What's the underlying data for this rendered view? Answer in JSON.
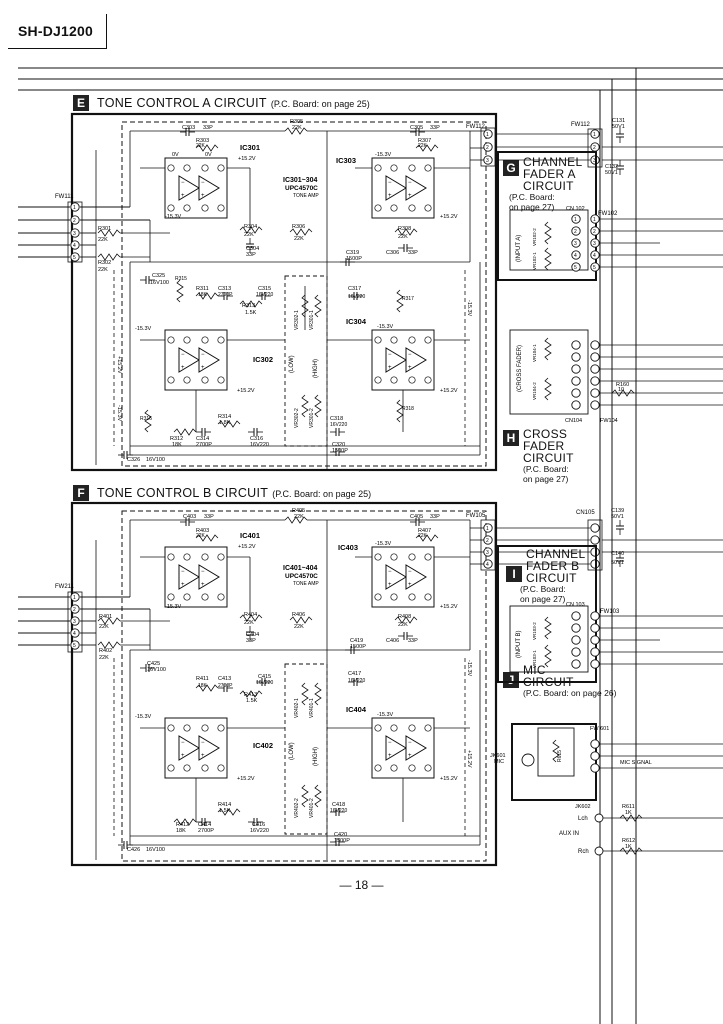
{
  "model": "SH-DJ1200",
  "page_number": "— 18 —",
  "sections": {
    "tone_a": {
      "letter": "E",
      "title": "TONE CONTROL  A CIRCUIT",
      "note": "(P.C. Board: on page 25)"
    },
    "tone_b": {
      "letter": "F",
      "title": "TONE CONTROL  B CIRCUIT",
      "note": "(P.C. Board: on page 25)"
    },
    "fader_a": {
      "letter": "G",
      "line1": "CHANNEL",
      "line2": "FADER A",
      "line3": "CIRCUIT",
      "note1": "(P.C. Board:",
      "note2": "on page 27)"
    },
    "cross": {
      "letter": "H",
      "line1": "CROSS",
      "line2": "FADER",
      "line3": "CIRCUIT",
      "note1": "(P.C. Board:",
      "note2": "on page 27)"
    },
    "fader_b": {
      "letter": "I",
      "line1": "CHANNEL",
      "line2": "FADER B",
      "line3": "CIRCUIT",
      "note1": "(P.C. Board:",
      "note2": "on page 27)"
    },
    "mic": {
      "letter": "J",
      "line1": "MIC",
      "line2": "CIRCUIT",
      "note1": "(P.C. Board: on page 26)"
    }
  },
  "labels_a": {
    "ic301": "IC301",
    "ic302": "IC302",
    "ic303": "IC303",
    "ic304": "IC304",
    "ic_range": "IC301~304",
    "ic_part": "UPC4570C",
    "ic_func": "TONE AMP",
    "fw111": "FW111",
    "fw112": "FW112",
    "r301": "R301",
    "r301v": "22K",
    "r302": "R302",
    "r302v": "22K",
    "r305": "R305",
    "r305v": "22K",
    "r306": "R306",
    "r306v": "22K",
    "r303": "R303",
    "r303v": "22K",
    "r304": "R304",
    "r304v": "22K",
    "r307": "R307",
    "r307v": "22K",
    "r308": "R308",
    "r308v": "22K",
    "r311": "R311",
    "r311v": "18K",
    "r312": "R312",
    "r312v": "18K",
    "r313": "R313",
    "r313v": "1.5K",
    "r314": "R314",
    "r314v": "1.8K",
    "r315": "R315",
    "r316": "R316",
    "r317": "R317",
    "r318": "R318",
    "c303": "C303",
    "c303v": "33P",
    "c304": "C304",
    "c304v": "33P",
    "c305": "C305",
    "c305v": "33P",
    "c306": "C306",
    "c306v": "33P",
    "c313": "C313",
    "c313v": "2700P",
    "c314": "C314",
    "c314v": "2700P",
    "c315": "C315",
    "c315v": "16V220",
    "c316": "C316",
    "c316v": "16V220",
    "c317": "C317",
    "c317v": "16V220",
    "c318": "C318",
    "c318v": "16V220",
    "c319": "C319",
    "c319v": "1500P",
    "c320": "C320",
    "c320v": "1500P",
    "c325": "C325",
    "c325v": "16V100",
    "c326": "C326",
    "c326v": "16V100",
    "vr301": "VR301-1",
    "vr301b": "VR301-2",
    "vr302": "VR302-1",
    "vr302b": "VR302-2",
    "low": "(LOW)",
    "high": "(HIGH)",
    "p15": "+15.2V",
    "m15": "-15.3V",
    "zero": "0V"
  },
  "labels_b": {
    "ic401": "IC401",
    "ic402": "IC402",
    "ic403": "IC403",
    "ic404": "IC404",
    "ic_range": "IC401~404",
    "ic_part": "UPC4570C",
    "ic_func": "TONE AMP",
    "fw211": "FW211",
    "fw105": "FW105",
    "r401": "R401",
    "r401v": "22K",
    "r402": "R402",
    "r402v": "22K",
    "r405": "R405",
    "r405v": "22K",
    "r406": "R406",
    "r406v": "22K",
    "r403": "R403",
    "r403v": "22K",
    "r404": "R404",
    "r404v": "22K",
    "r407": "R407",
    "r407v": "22K",
    "r408": "R408",
    "r408v": "22K",
    "r411": "R411",
    "r411v": "18K",
    "r412": "R412",
    "r412v": "18K",
    "r413": "R413",
    "r413v": "1.5K",
    "r414": "R414",
    "r414v": "1.5K",
    "c403": "C403",
    "c403v": "33P",
    "c404": "C404",
    "c404v": "33P",
    "c405": "C405",
    "c405v": "33P",
    "c406": "C406",
    "c406v": "33P",
    "c413": "C413",
    "c413v": "2700P",
    "c414": "C414",
    "c414v": "2700P",
    "c415": "C415",
    "c415v": "16V220",
    "c416": "C416",
    "c416v": "16V220",
    "c417": "C417",
    "c417v": "16V220",
    "c418": "C418",
    "c418v": "16V220",
    "c419": "C419",
    "c419v": "1500P",
    "c420": "C420",
    "c420v": "1500P",
    "c425": "C425",
    "c425v": "16V100",
    "c426": "C426",
    "c426v": "16V100",
    "vr401": "VR401-1",
    "vr401b": "VR401-2",
    "vr402": "VR402-1",
    "vr402b": "VR402-2",
    "low": "(LOW)",
    "high": "(HIGH)",
    "p15": "+15.2V",
    "m15": "-15.3V",
    "zero": "0V"
  },
  "labels_right": {
    "fw112": "FW112",
    "c131": "C131",
    "c131v": "50V1",
    "c132": "C132",
    "c132v": "50V1",
    "fw102": "FW102",
    "cn102": "CN 102",
    "input_a": "(INPUT A)",
    "vr102_2": "VR102-2",
    "vr102_1": "VR102-1",
    "cross_fader": "(CROSS FADER)",
    "vr104_1": "VR104-1",
    "vr104_2": "VR104-2",
    "r160": "R160",
    "r160v": "10",
    "cn104": "CN104",
    "fw104": "FW104",
    "cn105": "CN105",
    "c139": "C139",
    "c139v": "50V1",
    "c140": "C140",
    "c140v": "50V1",
    "fw103": "FW103",
    "cn103": "CN 103",
    "input_b": "(INPUT B)",
    "vr103_2": "VR103-2",
    "vr103_1": "VR103-1",
    "fw601": "FW 601",
    "jk601": "JK601",
    "mic": "MIC",
    "r615": "R615",
    "mic_signal": "MIC SIGNAL",
    "jk602": "JK602",
    "lch": "Lch",
    "aux_in": "AUX IN",
    "rch": "Rch",
    "r611": "R611",
    "r611v": "1K",
    "r612": "R612",
    "r612v": "1K"
  }
}
